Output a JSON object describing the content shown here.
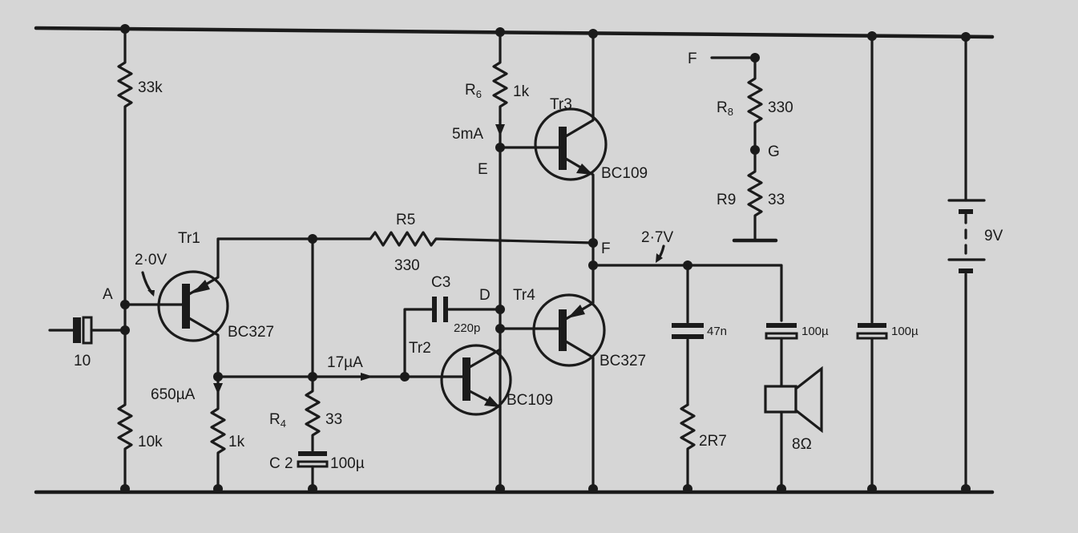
{
  "labels": {
    "node_a": "A",
    "node_d": "D",
    "node_e": "E",
    "node_f": "F",
    "node_f_ref": "F",
    "node_g": "G",
    "r_33k": "33k",
    "r_10k": "10k",
    "r_1k_left": "1k",
    "r4_name": "R",
    "r4_sub": "4",
    "r4_value": "33",
    "c2_name": "C 2",
    "c2_value": "100µ",
    "r5_name": "R5",
    "r5_value": "330",
    "r6_name": "R",
    "r6_sub": "6",
    "r6_value": "1k",
    "r8_name": "R",
    "r8_sub": "8",
    "r8_value": "330",
    "r9_name": "R9",
    "r9_value": "33",
    "c3_name": "C3",
    "c3_value": "220p",
    "input_cap": "10",
    "tr1_name": "Tr1",
    "tr1_type": "BC327",
    "tr2_name": "Tr2",
    "tr2_type": "BC109",
    "tr3_name": "Tr3",
    "tr3_type": "BC109",
    "tr4_name": "Tr4",
    "tr4_type": "BC327",
    "v_2_0": "2·0V",
    "v_2_7": "2·7V",
    "i_650": "650µA",
    "i_17": "17µA",
    "i_5ma": "5mA",
    "c_47n": "47n",
    "c_out": "100µ",
    "c_supply": "100µ",
    "r_2r7": "2R7",
    "speaker": "8Ω",
    "battery": "9V"
  },
  "colors": {
    "ink": "#1b1b1b",
    "paper": "#d6d6d6"
  }
}
